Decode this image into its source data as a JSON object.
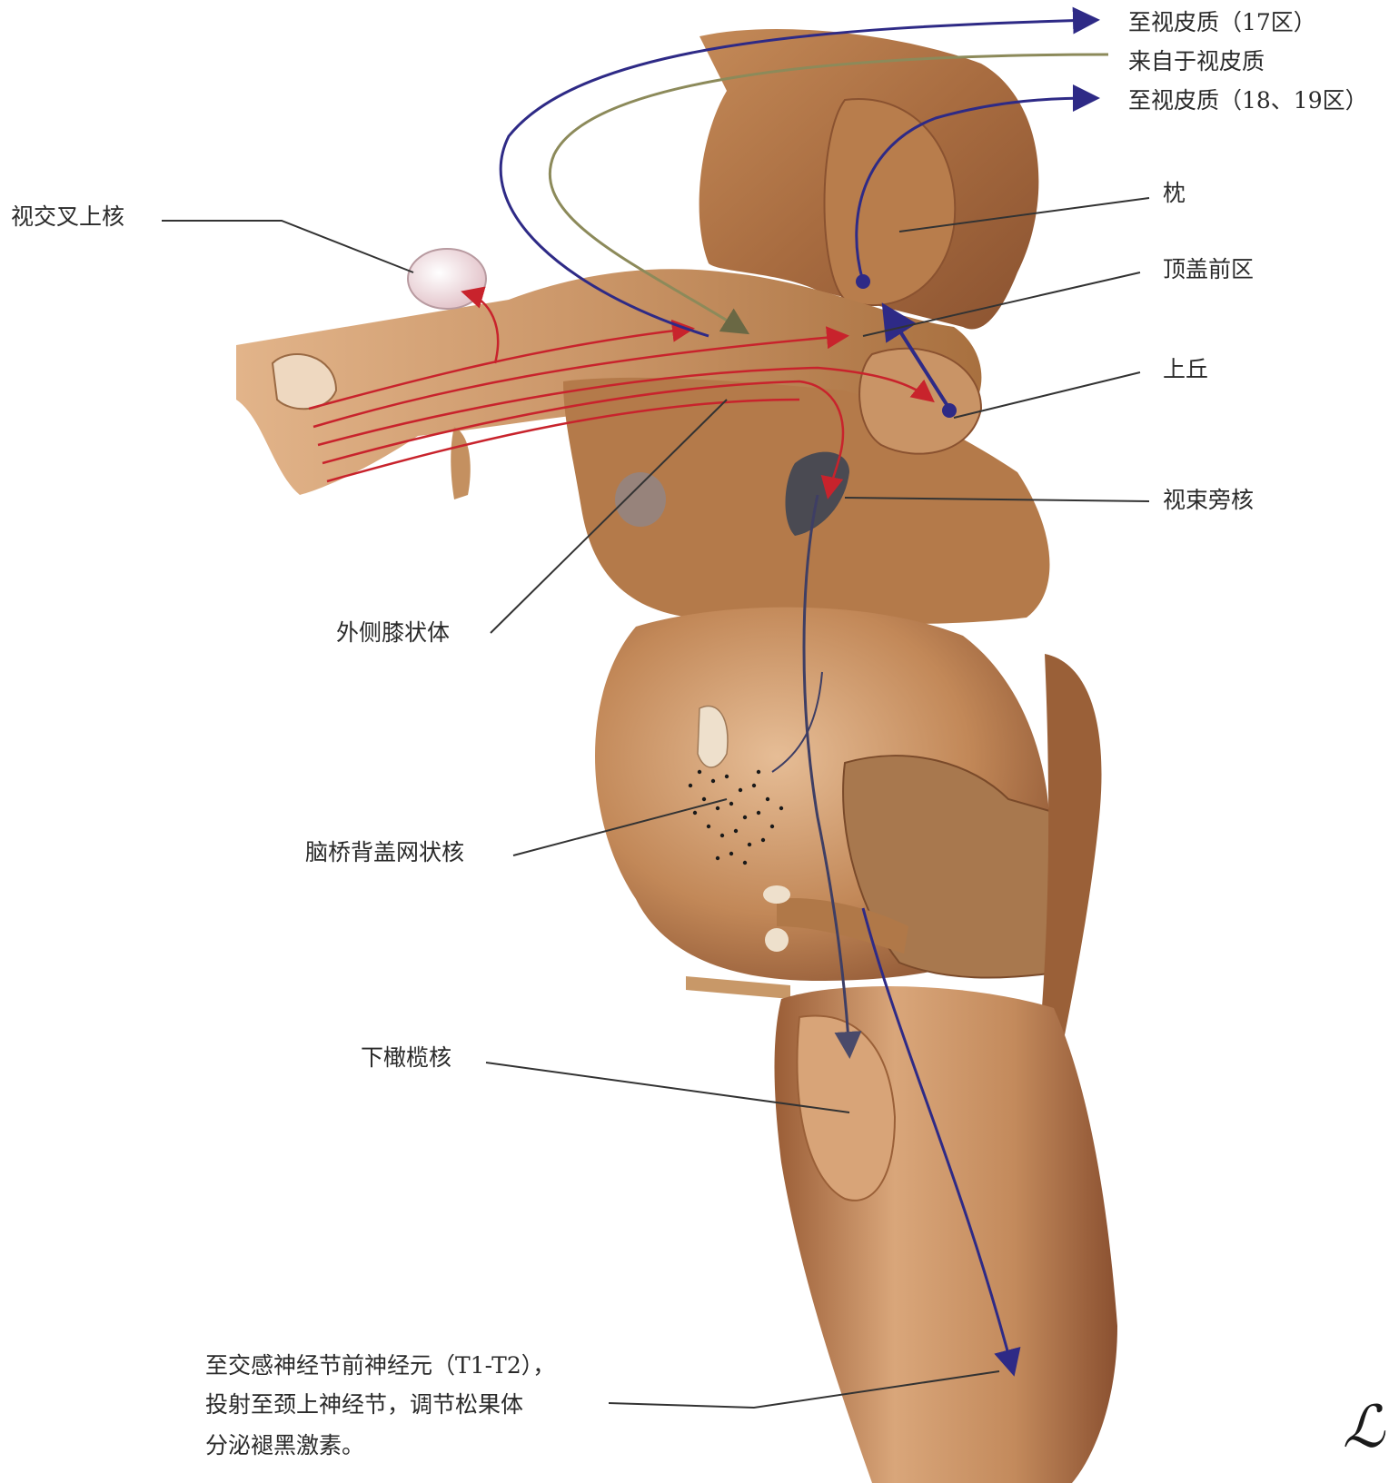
{
  "labels": {
    "to_visual_cortex_17": "至视皮质（17区）",
    "from_visual_cortex": "来自于视皮质",
    "to_visual_cortex_18_19": "至视皮质（18、19区）",
    "pulvinar": "枕",
    "pretectal_area": "顶盖前区",
    "superior_colliculus": "上丘",
    "suprachiasmatic_nucleus": "视交叉上核",
    "parabrachial_nucleus": "视束旁核",
    "lateral_geniculate_body": "外侧膝状体",
    "pontine_tegmental_reticular_nucleus": "脑桥背盖网状核",
    "inferior_olivary_nucleus": "下橄榄核",
    "sympathetic_line1": "至交感神经节前神经元（T1-T2），",
    "sympathetic_line2": "投射至颈上神经节，调节松果体",
    "sympathetic_line3": "分泌褪黑激素。"
  },
  "colors": {
    "retinal_fibers": "#c8232c",
    "cortex_efferent": "#2e2a86",
    "cortex_afferent": "#8c8a5a",
    "brainstem_tissue": "#b57a4c",
    "leader_lines": "#333333"
  },
  "signature": "ℒ"
}
